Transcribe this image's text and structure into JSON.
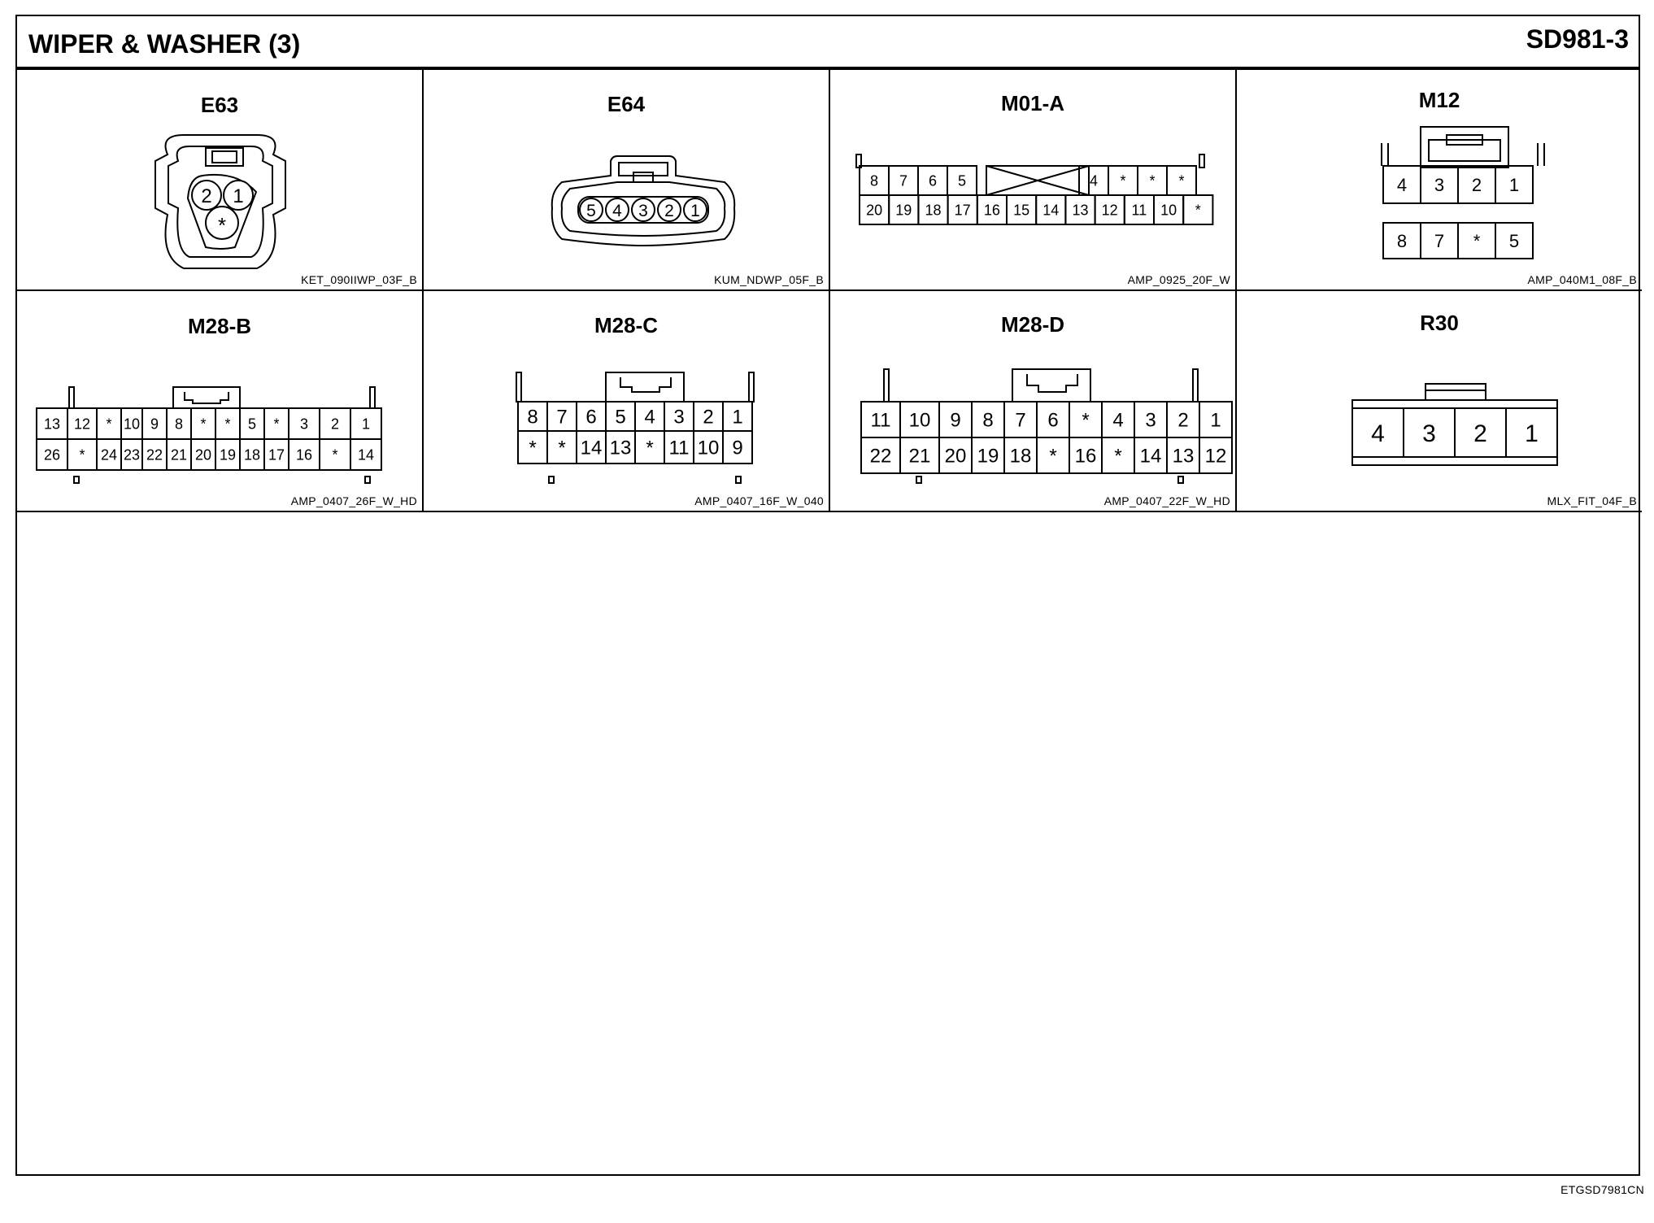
{
  "header": {
    "title": "WIPER & WASHER (3)",
    "code": "SD981-3"
  },
  "footer": {
    "ref": "ETGSD7981CN"
  },
  "connectors": [
    {
      "id": "e63",
      "name": "E63",
      "type": "KET_090IIWP_03F_B",
      "pins": [
        "2",
        "1",
        "*"
      ]
    },
    {
      "id": "e64",
      "name": "E64",
      "type": "KUM_NDWP_05F_B",
      "pins": [
        "5",
        "4",
        "3",
        "2",
        "1"
      ]
    },
    {
      "id": "m01a",
      "name": "M01-A",
      "type": "AMP_0925_20F_W",
      "top_row": [
        "8",
        "7",
        "6",
        "5",
        "",
        "4",
        "*",
        "*",
        "*"
      ],
      "bottom_row": [
        "20",
        "19",
        "18",
        "17",
        "16",
        "15",
        "14",
        "13",
        "12",
        "11",
        "10",
        "*"
      ]
    },
    {
      "id": "m12",
      "name": "M12",
      "type": "AMP_040M1_08F_B",
      "top_row": [
        "4",
        "3",
        "2",
        "1"
      ],
      "bottom_row": [
        "8",
        "7",
        "*",
        "5"
      ]
    },
    {
      "id": "m28b",
      "name": "M28-B",
      "type": "AMP_0407_26F_W_HD",
      "top_row": [
        "13",
        "12",
        "*",
        "10",
        "9",
        "8",
        "*",
        "*",
        "5",
        "*",
        "3",
        "2",
        "1"
      ],
      "bottom_row": [
        "26",
        "*",
        "24",
        "23",
        "22",
        "21",
        "20",
        "19",
        "18",
        "17",
        "16",
        "*",
        "14"
      ]
    },
    {
      "id": "m28c",
      "name": "M28-C",
      "type": "AMP_0407_16F_W_040",
      "top_row": [
        "8",
        "7",
        "6",
        "5",
        "4",
        "3",
        "2",
        "1"
      ],
      "bottom_row": [
        "*",
        "*",
        "14",
        "13",
        "*",
        "11",
        "10",
        "9"
      ]
    },
    {
      "id": "m28d",
      "name": "M28-D",
      "type": "AMP_0407_22F_W_HD",
      "top_row": [
        "11",
        "10",
        "9",
        "8",
        "7",
        "6",
        "*",
        "4",
        "3",
        "2",
        "1"
      ],
      "bottom_row": [
        "22",
        "21",
        "20",
        "19",
        "18",
        "*",
        "16",
        "*",
        "14",
        "13",
        "12"
      ]
    },
    {
      "id": "r30",
      "name": "R30",
      "type": "MLX_FIT_04F_B",
      "pins": [
        "4",
        "3",
        "2",
        "1"
      ]
    }
  ]
}
